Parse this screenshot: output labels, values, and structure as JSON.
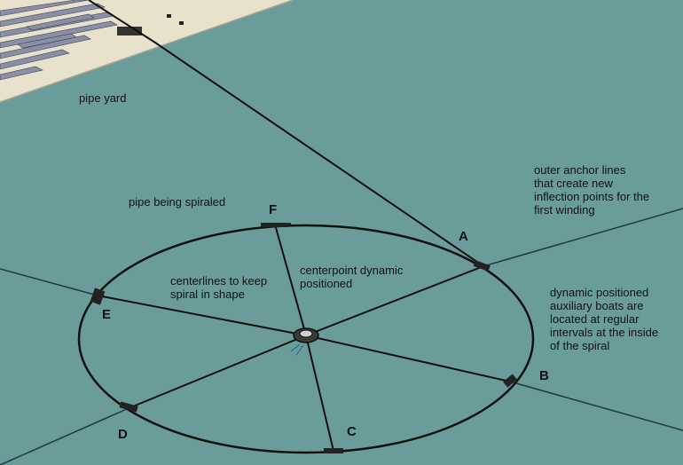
{
  "annotations": {
    "pipe_yard": "pipe yard",
    "pipe_being_spiraled": "pipe being spiraled",
    "centerlines": "centerlines to keep\nspiral in shape",
    "centerpoint": "centerpoint dynamic\npositioned",
    "outer_anchor": "outer anchor lines\n that create new\ninflection points for the\nfirst winding",
    "aux_boats": "dynamic positioned\nauxiliary boats are\nlocated at regular\nintervals at the inside\nof the spiral"
  },
  "points": {
    "A": "A",
    "B": "B",
    "C": "C",
    "D": "D",
    "E": "E",
    "F": "F"
  },
  "colors": {
    "sea": "#6a9c9a",
    "yard": "#e8e2cc",
    "line": "#111111",
    "pipe_stack": "#8a8fa8"
  }
}
